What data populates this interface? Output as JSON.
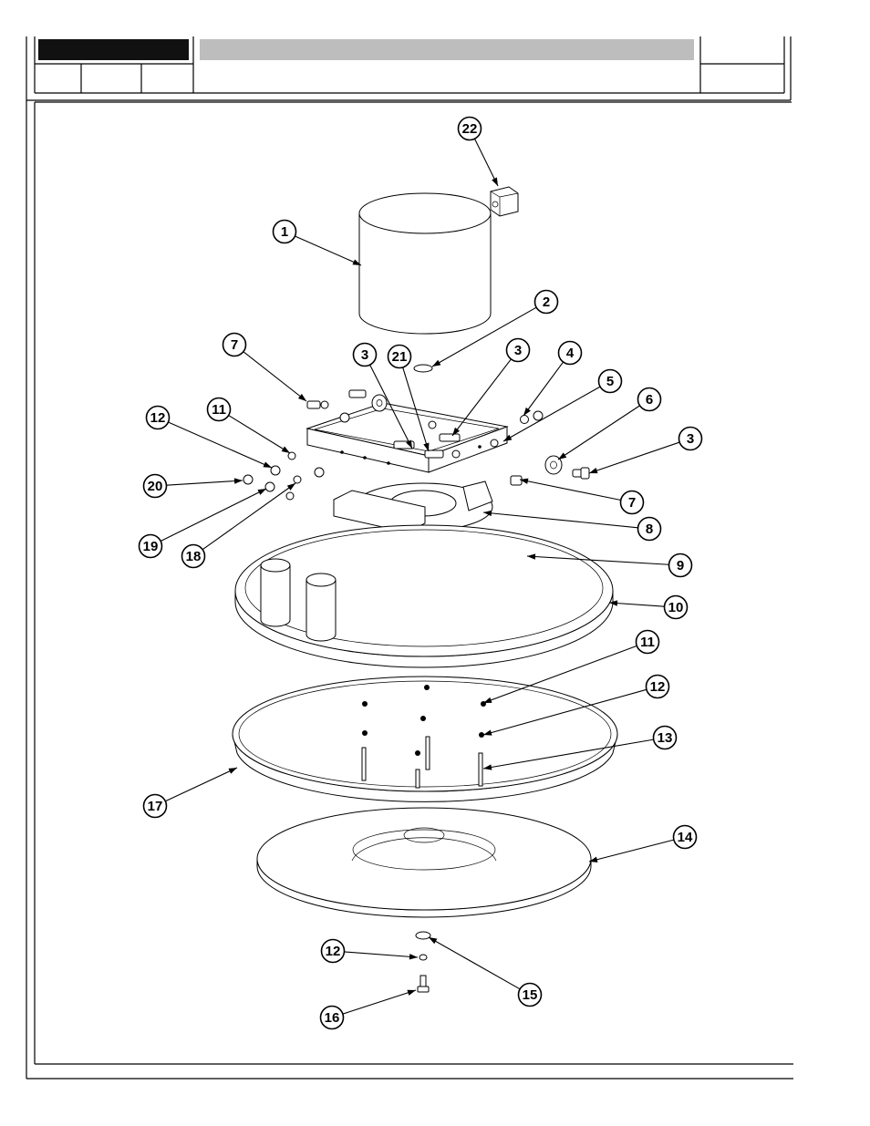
{
  "title_block": {
    "header_dark_bar": "",
    "header_grey_bar": "",
    "colors": {
      "dark_bar": "#111111",
      "grey_bar": "#bdbdbd",
      "line": "#000000"
    }
  },
  "callouts": [
    {
      "id": "c22",
      "label": "22"
    },
    {
      "id": "c1",
      "label": "1"
    },
    {
      "id": "c2",
      "label": "2"
    },
    {
      "id": "c7a",
      "label": "7"
    },
    {
      "id": "c3a",
      "label": "3"
    },
    {
      "id": "c21",
      "label": "21"
    },
    {
      "id": "c3b",
      "label": "3"
    },
    {
      "id": "c4",
      "label": "4"
    },
    {
      "id": "c5",
      "label": "5"
    },
    {
      "id": "c6",
      "label": "6"
    },
    {
      "id": "c3c",
      "label": "3"
    },
    {
      "id": "c11a",
      "label": "11"
    },
    {
      "id": "c12a",
      "label": "12"
    },
    {
      "id": "c20",
      "label": "20"
    },
    {
      "id": "c19",
      "label": "19"
    },
    {
      "id": "c18",
      "label": "18"
    },
    {
      "id": "c7b",
      "label": "7"
    },
    {
      "id": "c8",
      "label": "8"
    },
    {
      "id": "c9",
      "label": "9"
    },
    {
      "id": "c10",
      "label": "10"
    },
    {
      "id": "c11b",
      "label": "11"
    },
    {
      "id": "c12b",
      "label": "12"
    },
    {
      "id": "c13",
      "label": "13"
    },
    {
      "id": "c17",
      "label": "17"
    },
    {
      "id": "c14",
      "label": "14"
    },
    {
      "id": "c12c",
      "label": "12"
    },
    {
      "id": "c15",
      "label": "15"
    },
    {
      "id": "c16",
      "label": "16"
    }
  ]
}
